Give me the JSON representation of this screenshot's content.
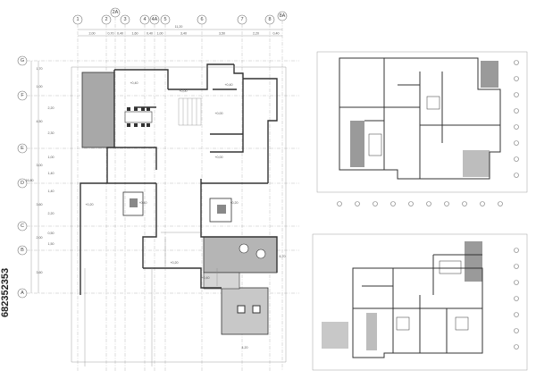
{
  "main_plan": {
    "grid_columns": [
      "1",
      "2",
      "2A",
      "3",
      "4",
      "4A",
      "5",
      "6",
      "7",
      "8",
      "8A"
    ],
    "grid_rows": [
      "G",
      "F",
      "E",
      "D",
      "C",
      "B",
      "A"
    ],
    "top_dimensions": [
      "2,00",
      "0,70",
      "0,40",
      "1,60",
      "0,40",
      "1,00",
      "3,40",
      "3,50",
      "2,20",
      "0,40"
    ],
    "top_total": "11,20",
    "left_dimensions": [
      "1,70",
      "1,00",
      "4,50",
      "3,00",
      "3,60",
      "2,00",
      "3,60"
    ],
    "left_sub_dimensions": [
      "2,20",
      "2,30",
      "1,00",
      "1,40",
      "1,40",
      "2,20",
      "0,50",
      "1,50"
    ],
    "left_total": "16,80",
    "bottom_dimension": "4,20",
    "right_dimension": "6,70",
    "level_labels": [
      "+0,40",
      "+0,00",
      "+0,00",
      "+0,40",
      "+0,00",
      "+0,20",
      "+0,40",
      "+0,20",
      "+0,20",
      "+0,40"
    ]
  },
  "stock_id": "682352353",
  "colors": {
    "line": "#333333",
    "hatch": "#999999",
    "grid": "#aaaaaa"
  }
}
